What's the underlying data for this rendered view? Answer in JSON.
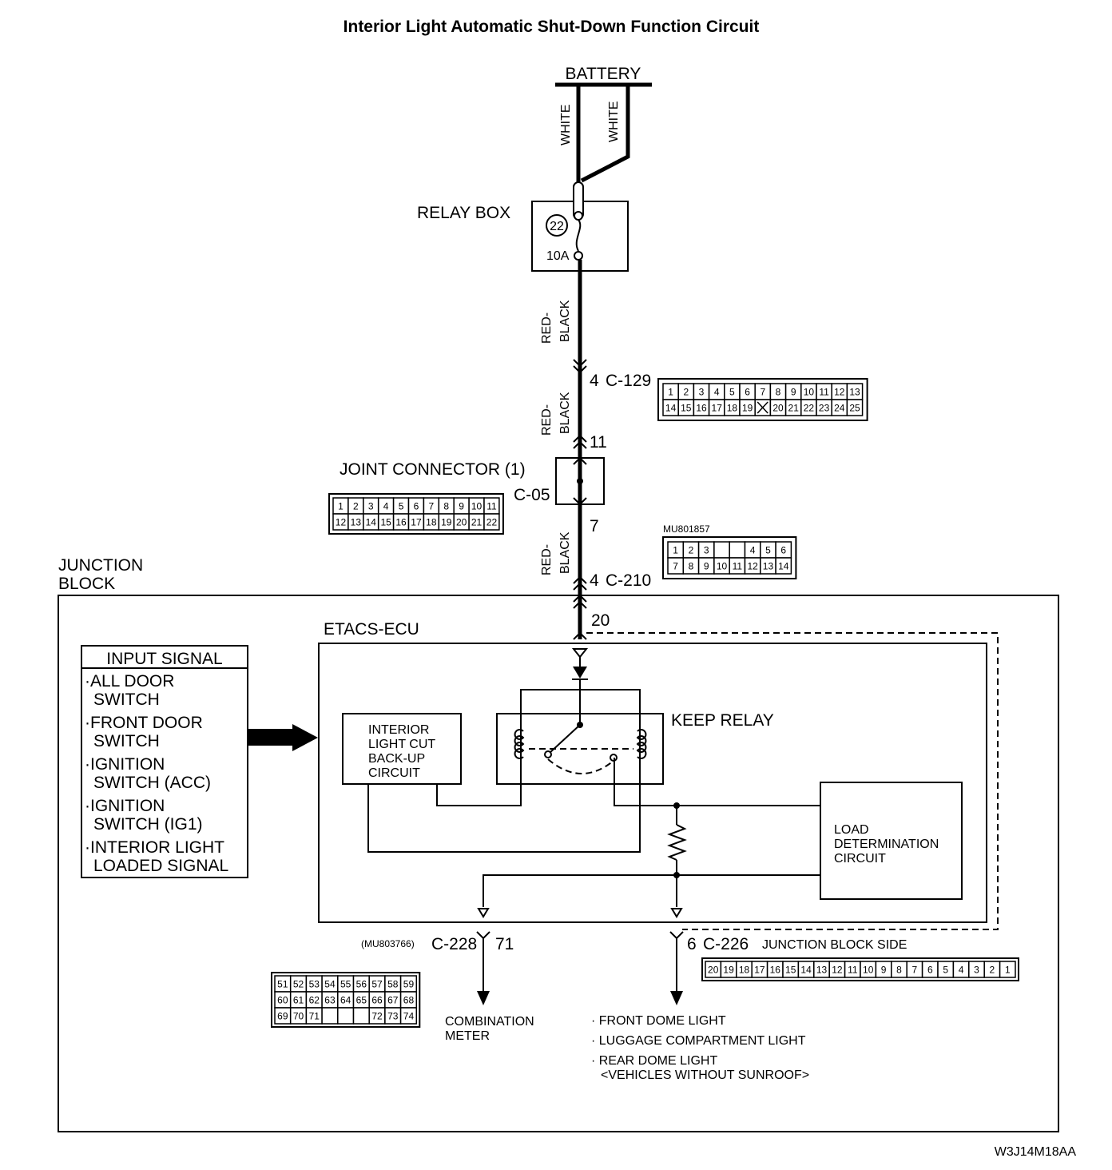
{
  "title": "Interior Light Automatic Shut-Down Function Circuit",
  "battery": {
    "label": "BATTERY",
    "wire_left": "WHITE",
    "wire_right": "WHITE"
  },
  "relay_box": {
    "label": "RELAY BOX",
    "fuse_number": "22",
    "fuse_rating": "10A"
  },
  "wires": {
    "red_black_1": [
      "RED-",
      "BLACK"
    ],
    "red_black_2": [
      "RED-",
      "BLACK"
    ],
    "red_black_3": [
      "RED-",
      "BLACK"
    ]
  },
  "connectors": {
    "c129": {
      "pin": "4",
      "label": "C-129",
      "pin_out": "11",
      "row1": [
        "1",
        "2",
        "3",
        "4",
        "5",
        "6",
        "7",
        "8",
        "9",
        "10",
        "11",
        "12",
        "13"
      ],
      "row2": [
        "14",
        "15",
        "16",
        "17",
        "18",
        "19",
        "",
        "20",
        "21",
        "22",
        "23",
        "24",
        "25"
      ]
    },
    "joint": {
      "label": "JOINT CONNECTOR (1)",
      "code": "C-05",
      "pin_out": "7",
      "row1": [
        "1",
        "2",
        "3",
        "4",
        "5",
        "6",
        "7",
        "8",
        "9",
        "10",
        "11"
      ],
      "row2": [
        "12",
        "13",
        "14",
        "15",
        "16",
        "17",
        "18",
        "19",
        "20",
        "21",
        "22"
      ]
    },
    "c210": {
      "part": "MU801857",
      "pin": "4",
      "label": "C-210",
      "pin_out": "20",
      "row1": [
        "1",
        "2",
        "3",
        "",
        "",
        "4",
        "5",
        "6"
      ],
      "row2": [
        "7",
        "8",
        "9",
        "10",
        "11",
        "12",
        "13",
        "14"
      ]
    },
    "c228": {
      "part": "(MU803766)",
      "label": "C-228",
      "pin": "71",
      "row1": [
        "51",
        "52",
        "53",
        "54",
        "55",
        "56",
        "57",
        "58",
        "59"
      ],
      "row2": [
        "60",
        "61",
        "62",
        "63",
        "64",
        "65",
        "66",
        "67",
        "68"
      ],
      "row3": [
        "69",
        "70",
        "71",
        "",
        "",
        "",
        "72",
        "73",
        "74"
      ]
    },
    "c226": {
      "pin": "6",
      "label": "C-226",
      "side": "JUNCTION BLOCK SIDE",
      "pins": [
        "20",
        "19",
        "18",
        "17",
        "16",
        "15",
        "14",
        "13",
        "12",
        "11",
        "10",
        "9",
        "8",
        "7",
        "6",
        "5",
        "4",
        "3",
        "2",
        "1"
      ]
    }
  },
  "junction_block": {
    "label_line1": "JUNCTION",
    "label_line2": "BLOCK"
  },
  "ecu": {
    "label": "ETACS-ECU"
  },
  "input_signal": {
    "header": "INPUT SIGNAL",
    "items": [
      [
        "·ALL DOOR",
        "SWITCH"
      ],
      [
        "·FRONT DOOR",
        "SWITCH"
      ],
      [
        "·IGNITION",
        "SWITCH (ACC)"
      ],
      [
        "·IGNITION",
        "SWITCH (IG1)"
      ],
      [
        "·INTERIOR LIGHT",
        "LOADED SIGNAL"
      ]
    ]
  },
  "backup_circuit": [
    "INTERIOR",
    "LIGHT CUT",
    "BACK-UP",
    "CIRCUIT"
  ],
  "keep_relay": "KEEP RELAY",
  "load_circuit": [
    "LOAD",
    "DETERMINATION",
    "CIRCUIT"
  ],
  "combination_meter": [
    "COMBINATION",
    "METER"
  ],
  "outputs": [
    "· FRONT DOME LIGHT",
    "· LUGGAGE COMPARTMENT LIGHT",
    "· REAR DOME LIGHT",
    "<VEHICLES WITHOUT SUNROOF>"
  ],
  "figure_code": "W3J14M18AA"
}
